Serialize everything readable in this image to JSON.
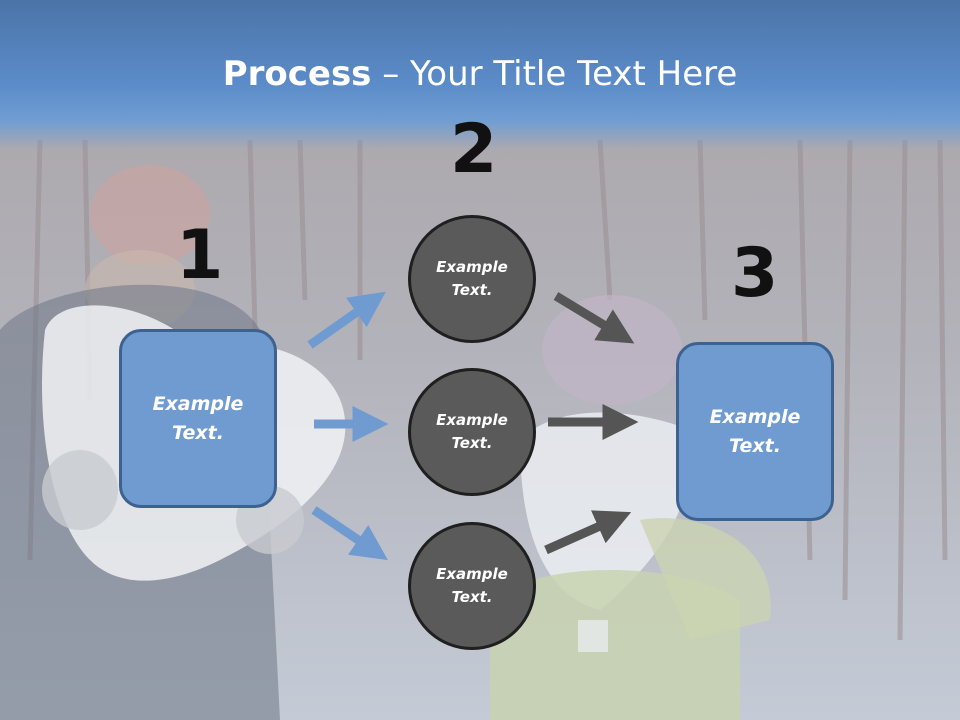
{
  "title": {
    "bold": "Process",
    "rest": " – Your Title Text Here"
  },
  "steps": [
    {
      "number": "1",
      "text": "Example\nText."
    },
    {
      "number": "2"
    },
    {
      "number": "3",
      "text": "Example\nText."
    }
  ],
  "circles": [
    {
      "text": "Example\nText."
    },
    {
      "text": "Example\nText."
    },
    {
      "text": "Example\nText."
    }
  ],
  "colors": {
    "box_fill": "#6f9bd1",
    "circle_fill": "#5a5a5a",
    "blue_arrow": "#6f9bd1",
    "dark_arrow": "#555555"
  }
}
